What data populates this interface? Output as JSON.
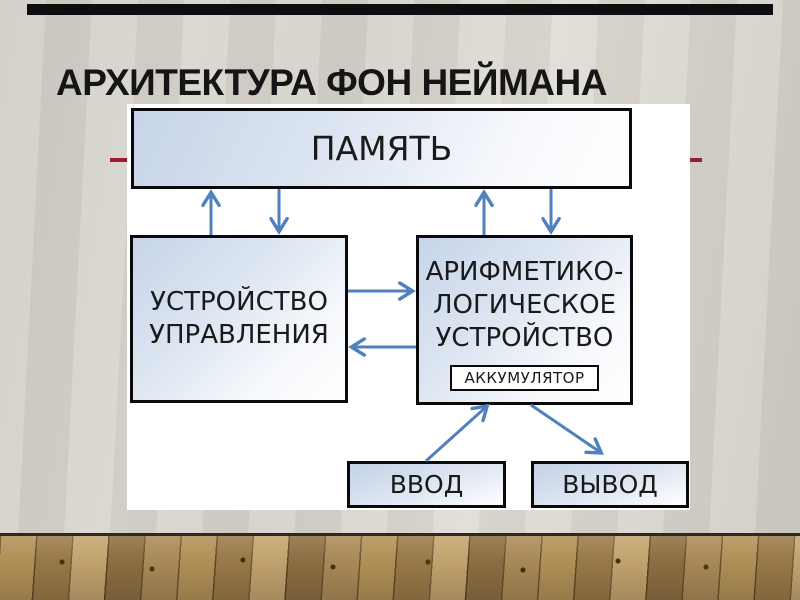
{
  "slide": {
    "title": "АРХИТЕКТУРА ФОН НЕЙМАНА"
  },
  "diagram": {
    "memory": {
      "label": "ПАМЯТЬ"
    },
    "control_unit": {
      "lines": [
        "УСТРОЙСТВО",
        "УПРАВЛЕНИЯ"
      ]
    },
    "alu": {
      "lines": [
        "АРИФМЕТИКО-",
        "ЛОГИЧЕСКОЕ",
        "УСТРОЙСТВО"
      ],
      "accumulator": "АККУМУЛЯТОР"
    },
    "input": {
      "label": "ВВОД"
    },
    "output": {
      "label": "ВЫВОД"
    },
    "arrows": [
      {
        "from": "control-unit",
        "to": "memory"
      },
      {
        "from": "memory",
        "to": "control-unit"
      },
      {
        "from": "alu",
        "to": "memory"
      },
      {
        "from": "memory",
        "to": "alu"
      },
      {
        "from": "control-unit",
        "to": "alu"
      },
      {
        "from": "alu",
        "to": "control-unit"
      },
      {
        "from": "input",
        "to": "alu"
      },
      {
        "from": "alu",
        "to": "output"
      }
    ]
  },
  "colors": {
    "arrow_blue": "#4f81bd",
    "accent_red": "#9e1b32",
    "top_bar_black": "#0e0e0e",
    "box_border_black": "#0a0a0a",
    "box_fill_blue": "#c7d4e9",
    "wall_gray": "#d6d3cc",
    "floor_brown": "#a8885a"
  }
}
